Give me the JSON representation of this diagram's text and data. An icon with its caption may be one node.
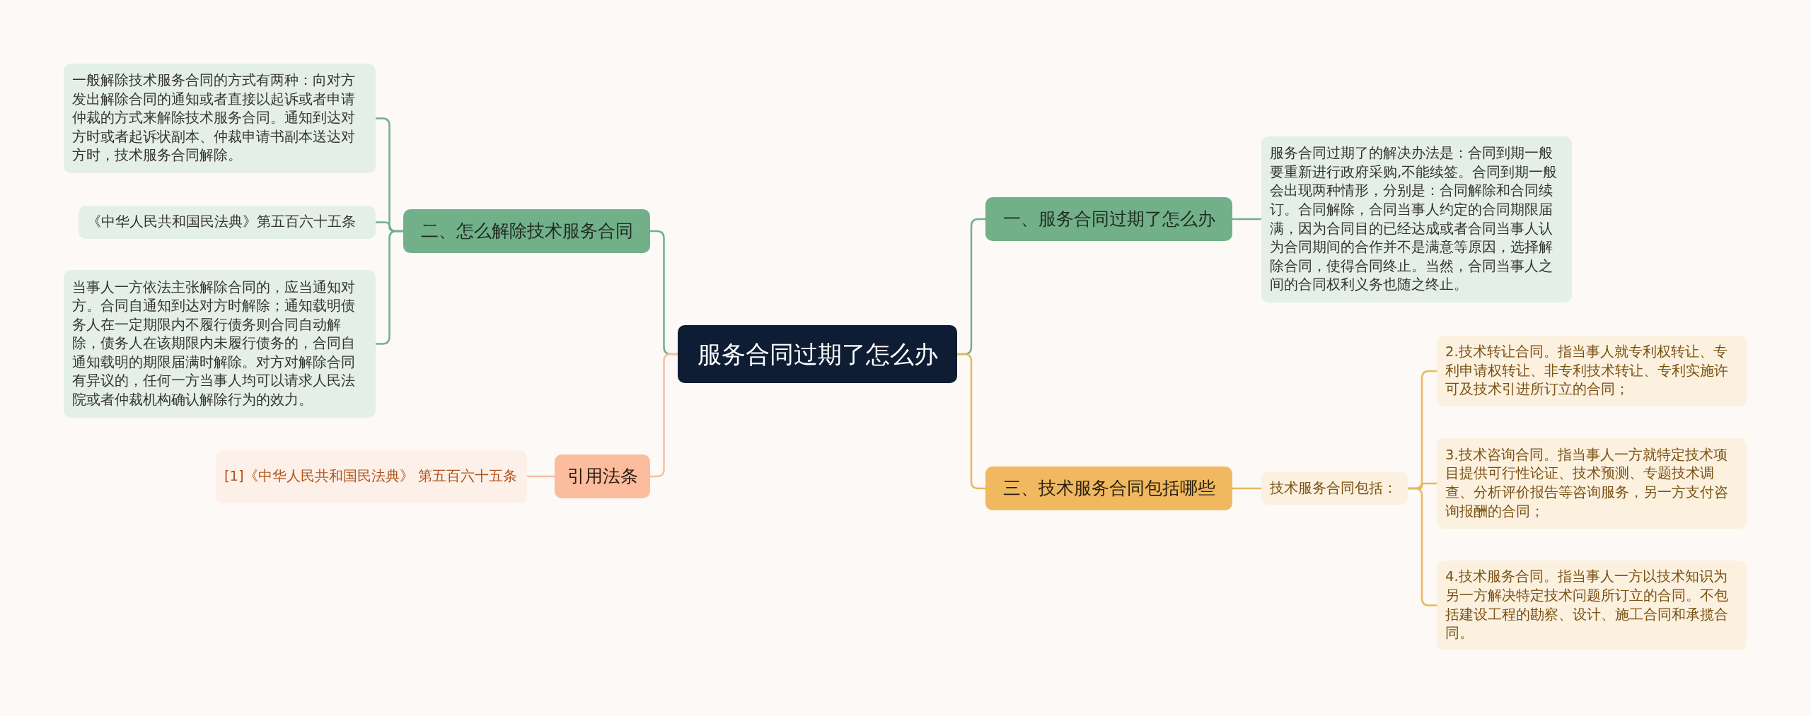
{
  "diagram": {
    "nodes": [
      {
        "text": [
          "服务合同过期了怎么办"
        ]
      },
      {
        "text": [
          "一、服务合同过期了怎么办"
        ]
      },
      {
        "text": [
          "服务合同过期了的解决办法是：合同到期一般要重新进行政府采购,不能续签。合同到期一般会出现两种情形，分别是：合同解除和合同续订。合同解除，合同当事人约定的合同期限届满，因为合同目的已经达成或者合同当事人认为合同期间的合作并不是满意等原因，选择解除合同，使得合同终止。当然，合同当事人之间的合同权利义务也随之终止。"
        ]
      },
      {
        "text": [
          "三、技术服务合同包括哪些"
        ]
      },
      {
        "text": [
          "技术服务合同包括："
        ]
      },
      {
        "text": [
          "2.技术转让合同。指当事人就专利权转让、专利申请权转让、非专利技术转让、专利实施许可及技术引进所订立的合同；"
        ]
      },
      {
        "text": [
          "3.技术咨询合同。指当事人一方就特定技术项目提供可行性论证、技术预测、专题技术调查、分析评价报告等咨询服务，另一方支付咨询报酬的合同；"
        ]
      },
      {
        "text": [
          "4.技术服务合同。指当事人一方以技术知识为另一方解决特定技术问题所订立的合同。不包括建设工程的勘察、设计、施工合同和承揽合同。"
        ]
      },
      {
        "text": [
          "二、怎么解除技术服务合同"
        ]
      },
      {
        "text": [
          "一般解除技术服务合同的方式有两种：向对方发出解除合同的通知或者直接以起诉或者申请仲裁的方式来解除技术服务合同。通知到达对方时或者起诉状副本、仲裁申请书副本送达对方时，技术服务合同解除。"
        ]
      },
      {
        "text": [
          "《中华人民共和国民法典》第五百六十五条"
        ]
      },
      {
        "text": [
          "当事人一方依法主张解除合同的，应当通知对方。合同自通知到达对方时解除；通知载明债务人在一定期限内不履行债务则合同自动解除，债务人在该期限内未履行债务的，合同自通知载明的期限届满时解除。对方对解除合同有异议的，任何一方当事人均可以请求人民法院或者仲裁机构确认解除行为的效力。"
        ]
      },
      {
        "text": [
          "引用法条"
        ]
      },
      {
        "text": [
          "[1]《中华人民共和国民法典》 第五百六十五条"
        ]
      }
    ],
    "edges": [
      {
        "from": 0,
        "to": 1,
        "arrow": "none"
      },
      {
        "from": 1,
        "to": 2,
        "arrow": "none"
      },
      {
        "from": 0,
        "to": 3,
        "arrow": "none",
        "color": "#e9b85c"
      },
      {
        "from": 3,
        "to": 4,
        "arrow": "none",
        "color": "#e9b85c"
      },
      {
        "from": 4,
        "to": 5,
        "arrow": "none",
        "color": "#e9b85c"
      },
      {
        "from": 4,
        "to": 6,
        "arrow": "none",
        "color": "#e9b85c"
      },
      {
        "from": 4,
        "to": 7,
        "arrow": "none",
        "color": "#e9b85c"
      },
      {
        "from": 0,
        "to": 8,
        "arrow": "none"
      },
      {
        "from": 8,
        "to": 9,
        "arrow": "none"
      },
      {
        "from": 8,
        "to": 10,
        "arrow": "none"
      },
      {
        "from": 8,
        "to": 11,
        "arrow": "none"
      },
      {
        "from": 0,
        "to": 12,
        "arrow": "none",
        "color": "#f6bfa2"
      },
      {
        "from": 12,
        "to": 13,
        "arrow": "none",
        "color": "#f6bfa2"
      }
    ]
  }
}
